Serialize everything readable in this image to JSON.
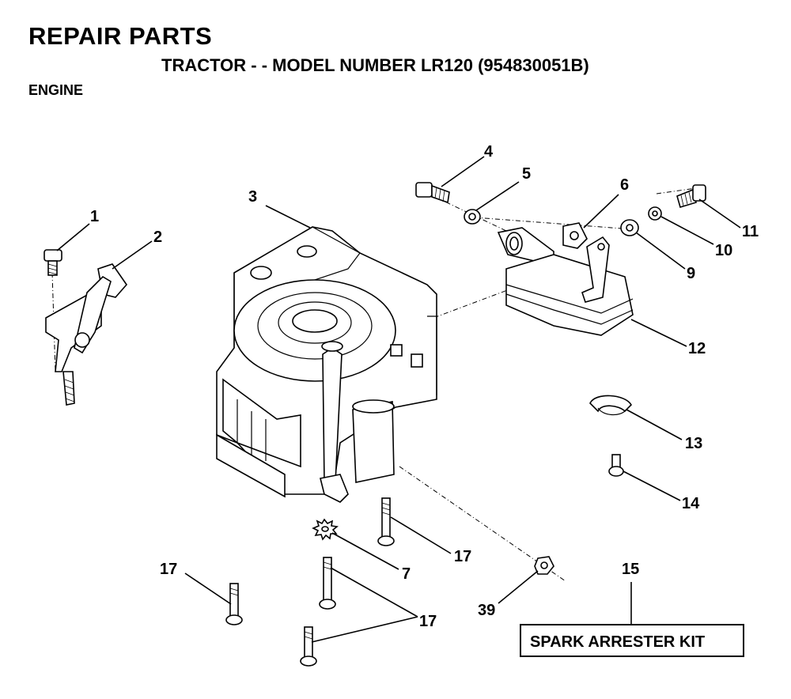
{
  "header": {
    "title": "REPAIR PARTS",
    "subtitle": "TRACTOR - - MODEL NUMBER LR120 (954830051B)",
    "section": "ENGINE"
  },
  "callouts": {
    "c1": "1",
    "c2": "2",
    "c3": "3",
    "c4": "4",
    "c5": "5",
    "c6": "6",
    "c7": "7",
    "c9": "9",
    "c10": "10",
    "c11": "11",
    "c12": "12",
    "c13": "13",
    "c14": "14",
    "c15": "15",
    "c17a": "17",
    "c17b": "17",
    "c17c": "17",
    "c39": "39"
  },
  "kit_box": {
    "label": "SPARK ARRESTER KIT"
  }
}
